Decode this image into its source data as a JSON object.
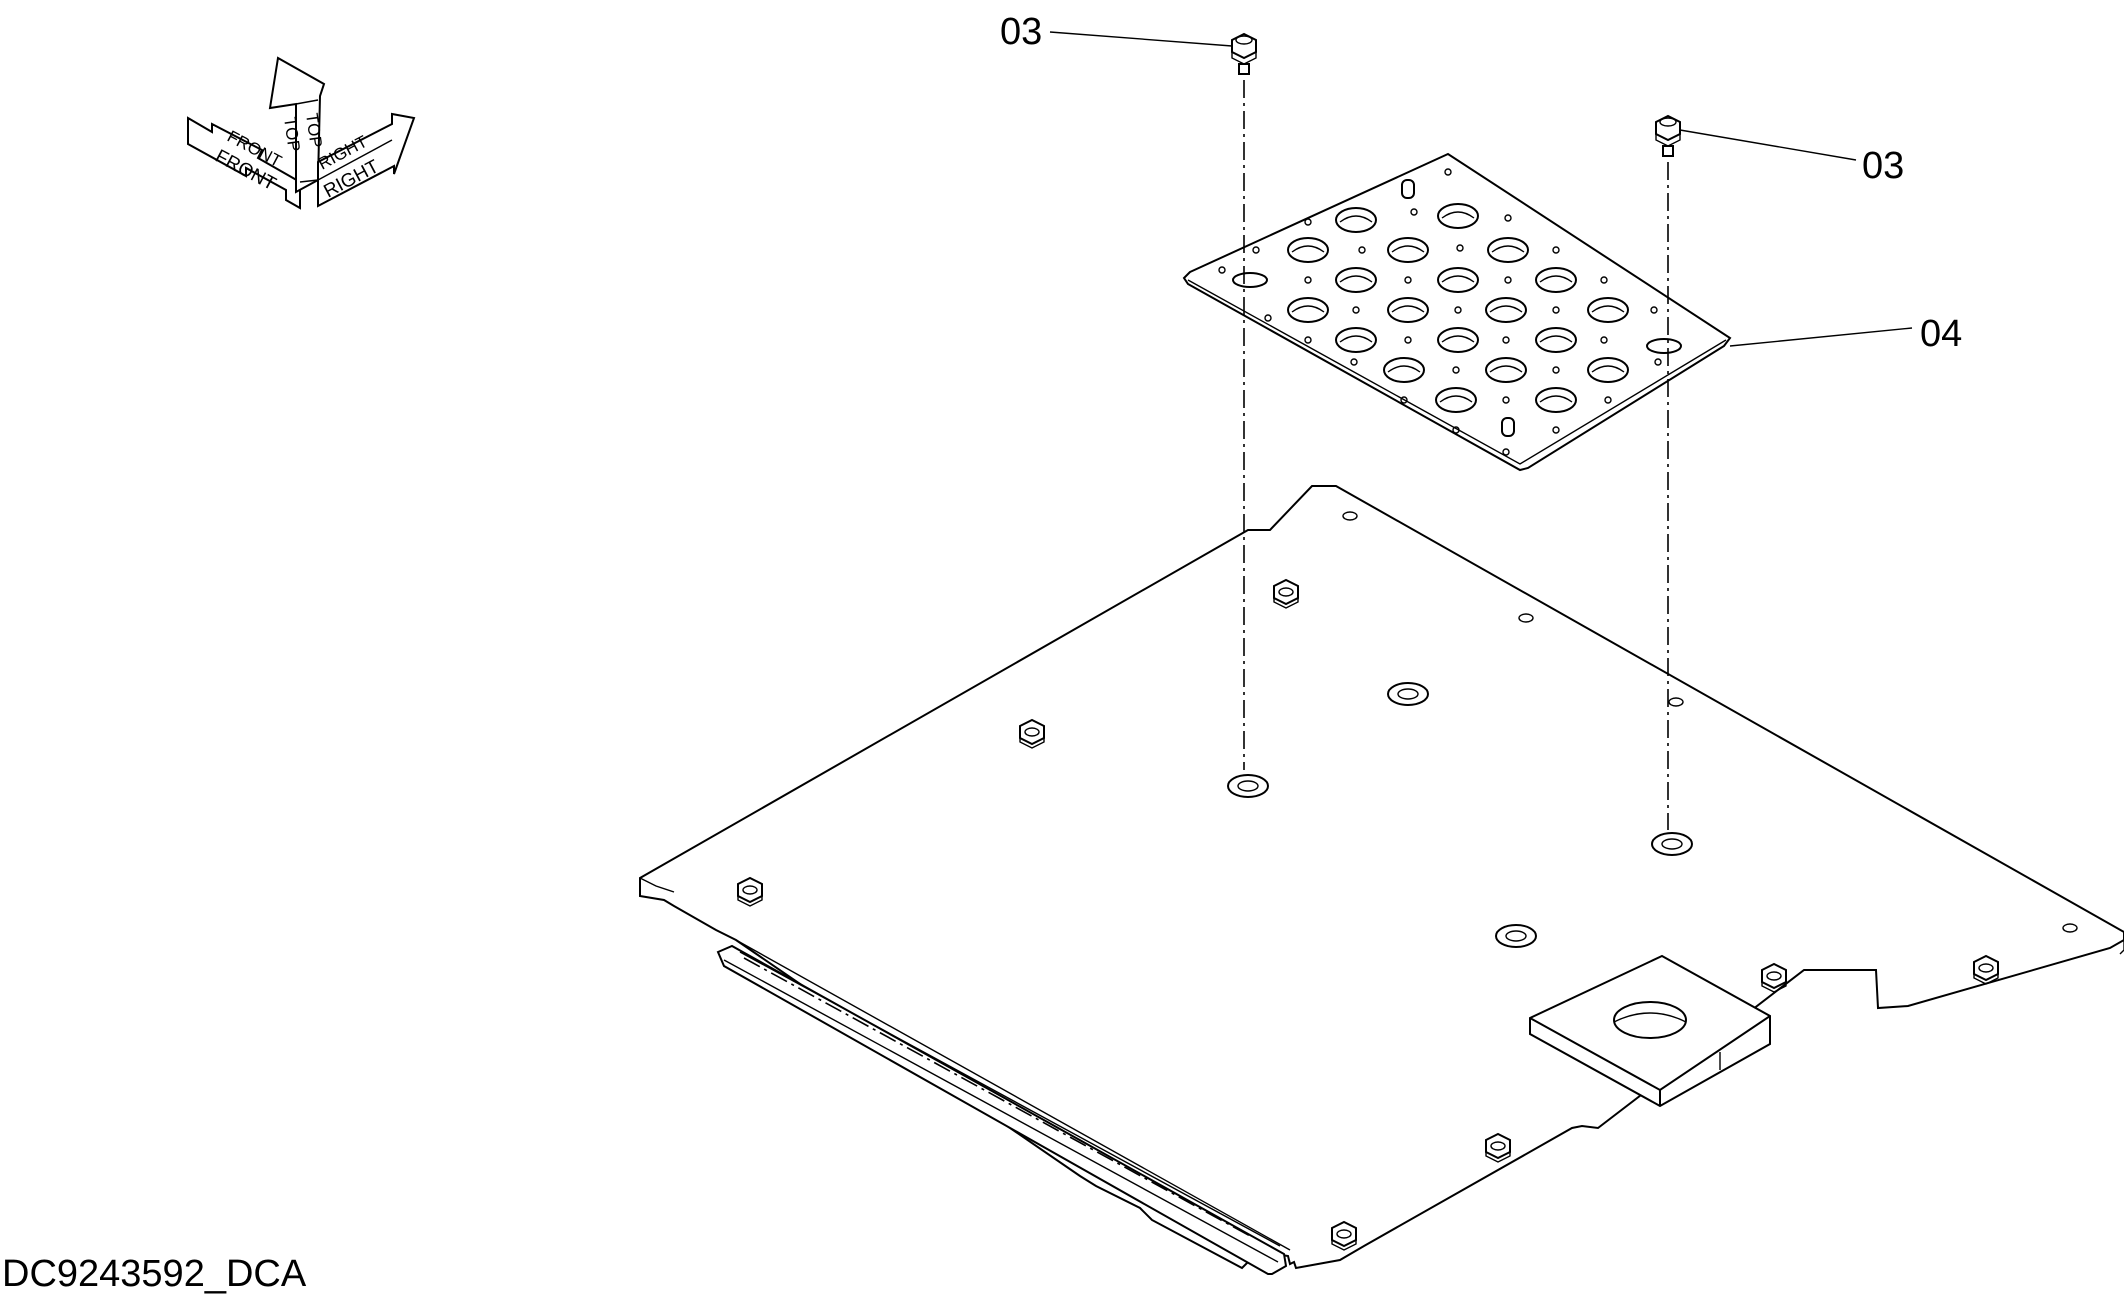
{
  "orientation_marker": {
    "labels": {
      "front": "FRONT",
      "top": "TOP",
      "right": "RIGHT"
    }
  },
  "callouts": [
    {
      "id": "bolt-left",
      "label": "03"
    },
    {
      "id": "bolt-right",
      "label": "03"
    },
    {
      "id": "plate",
      "label": "04"
    }
  ],
  "drawing_id": "DC9243592_DCA"
}
